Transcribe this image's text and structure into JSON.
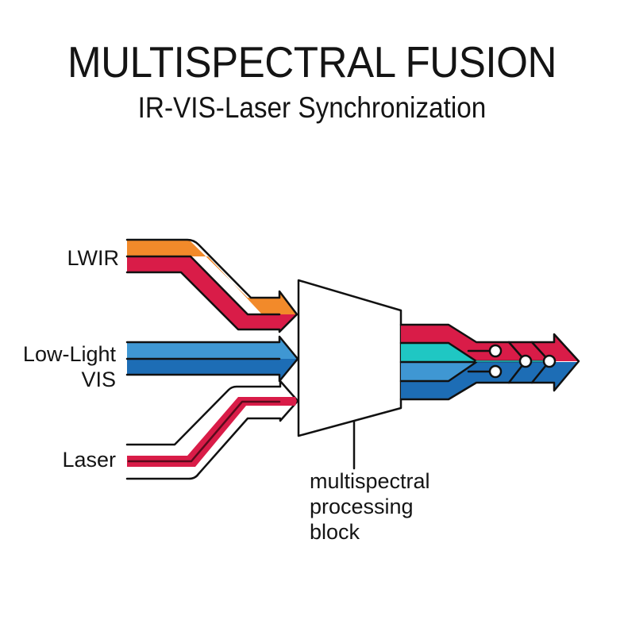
{
  "header": {
    "title": "MULTISPECTRAL FUSION",
    "subtitle": "IR-VIS-Laser Synchronization"
  },
  "inputs": [
    {
      "label": "LWIR",
      "bands": [
        "orange",
        "crimson"
      ]
    },
    {
      "label_lines": [
        "Low-Light",
        "VIS"
      ],
      "bands": [
        "light-blue",
        "blue"
      ]
    },
    {
      "label": "Laser",
      "bands": [
        "crimson"
      ]
    }
  ],
  "processing_block": {
    "label_lines": [
      "multispectral",
      "processing",
      "block"
    ]
  },
  "output": {
    "bands": [
      "crimson",
      "cyan",
      "light-blue",
      "blue"
    ],
    "junction_nodes": 4
  },
  "colors": {
    "orange": "#f28a2a",
    "crimson": "#d91c48",
    "light_blue": "#3f97d3",
    "blue": "#1d6db5",
    "cyan": "#1fc7c3",
    "outline": "#111111"
  }
}
